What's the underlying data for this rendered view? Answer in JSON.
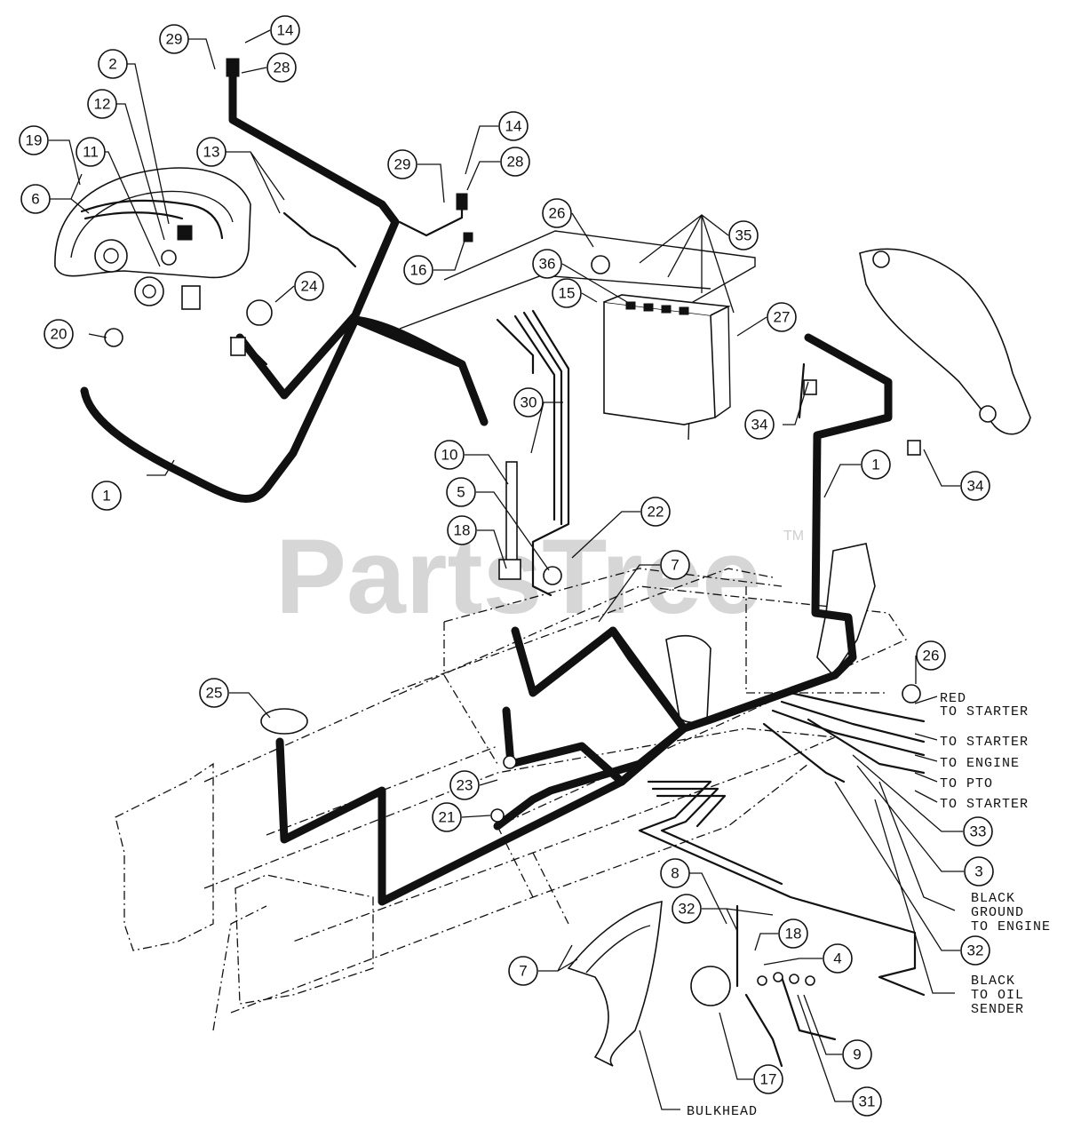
{
  "watermark": {
    "brand": "PartsTree",
    "trademark": "TM"
  },
  "callouts": [
    {
      "id": "c29a",
      "label": "29"
    },
    {
      "id": "c14a",
      "label": "14"
    },
    {
      "id": "c28a",
      "label": "28"
    },
    {
      "id": "c2",
      "label": "2"
    },
    {
      "id": "c12",
      "label": "12"
    },
    {
      "id": "c14b",
      "label": "14"
    },
    {
      "id": "c19",
      "label": "19"
    },
    {
      "id": "c11",
      "label": "11"
    },
    {
      "id": "c13",
      "label": "13"
    },
    {
      "id": "c29b",
      "label": "29"
    },
    {
      "id": "c28b",
      "label": "28"
    },
    {
      "id": "c26a",
      "label": "26"
    },
    {
      "id": "c6",
      "label": "6"
    },
    {
      "id": "c35",
      "label": "35"
    },
    {
      "id": "c36",
      "label": "36"
    },
    {
      "id": "c16",
      "label": "16"
    },
    {
      "id": "c15",
      "label": "15"
    },
    {
      "id": "c24",
      "label": "24"
    },
    {
      "id": "c27",
      "label": "27"
    },
    {
      "id": "c20",
      "label": "20"
    },
    {
      "id": "c30",
      "label": "30"
    },
    {
      "id": "c34a",
      "label": "34"
    },
    {
      "id": "c10",
      "label": "10"
    },
    {
      "id": "c1a",
      "label": "1"
    },
    {
      "id": "c1b",
      "label": "1"
    },
    {
      "id": "c34b",
      "label": "34"
    },
    {
      "id": "c5",
      "label": "5"
    },
    {
      "id": "c22",
      "label": "22"
    },
    {
      "id": "c18a",
      "label": "18"
    },
    {
      "id": "c7a",
      "label": "7"
    },
    {
      "id": "c26b",
      "label": "26"
    },
    {
      "id": "c25",
      "label": "25"
    },
    {
      "id": "c23",
      "label": "23"
    },
    {
      "id": "c21",
      "label": "21"
    },
    {
      "id": "c33",
      "label": "33"
    },
    {
      "id": "c3",
      "label": "3"
    },
    {
      "id": "c8",
      "label": "8"
    },
    {
      "id": "c32a",
      "label": "32"
    },
    {
      "id": "c18b",
      "label": "18"
    },
    {
      "id": "c7b",
      "label": "7"
    },
    {
      "id": "c4",
      "label": "4"
    },
    {
      "id": "c32b",
      "label": "32"
    },
    {
      "id": "c9",
      "label": "9"
    },
    {
      "id": "c17",
      "label": "17"
    },
    {
      "id": "c31",
      "label": "31"
    }
  ],
  "notes": {
    "red_to_starter_1": "RED",
    "red_to_starter_2": "TO STARTER",
    "to_starter_a": "TO STARTER",
    "to_engine": "TO ENGINE",
    "to_pto": "TO PTO",
    "to_starter_b": "TO STARTER",
    "black_ground_1": "BLACK",
    "black_ground_2": "GROUND",
    "black_ground_3": "TO ENGINE",
    "black_oil_1": "BLACK",
    "black_oil_2": "TO OIL",
    "black_oil_3": "SENDER",
    "bulkhead": "BULKHEAD"
  }
}
